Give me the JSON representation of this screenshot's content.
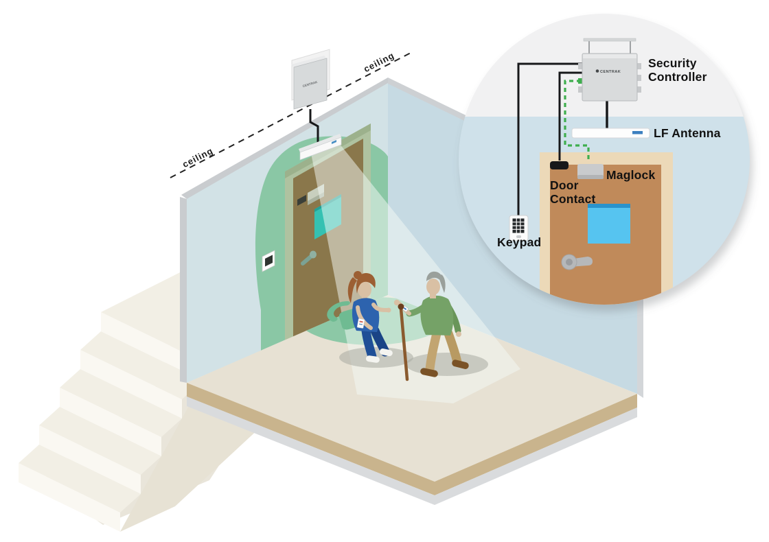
{
  "title": "Wander management security system illustration",
  "brand": {
    "name": "CENTRAK"
  },
  "scene": {
    "ceiling_left": "ceiling",
    "ceiling_right": "ceiling"
  },
  "callout": {
    "security_controller": "Security Controller",
    "lf_antenna": "LF Antenna",
    "maglock": "Maglock",
    "door_contact": "Door Contact",
    "keypad": "Keypad"
  },
  "colors": {
    "circle_top_bg": "#f1f1f2",
    "circle_bottom_bg": "#cfe1ea",
    "wall_left": "#d2e2e6",
    "wall_right": "#c6dae3",
    "floor": "#e7e1d3",
    "floor_edge_tan": "#c9b48d",
    "floor_edge_gray": "#d9dbdd",
    "coverage_green": "#8ac7a5",
    "wire_green": "#3fae4e",
    "wire_black": "#17181a",
    "door_closeup": "#c08a5a",
    "door_frame_closeup": "#ecd9b8",
    "window_closeup": "#56c4f0",
    "door_main": "#8a774b",
    "door_frame_main": "#afc2a0",
    "window_main": "#35c1b2",
    "stairs": "#f2efe5",
    "nurse_scrubs": "#2d63ae",
    "sweater_green": "#75a267",
    "pants_khaki": "#c2a571",
    "label_color": "#111111"
  }
}
